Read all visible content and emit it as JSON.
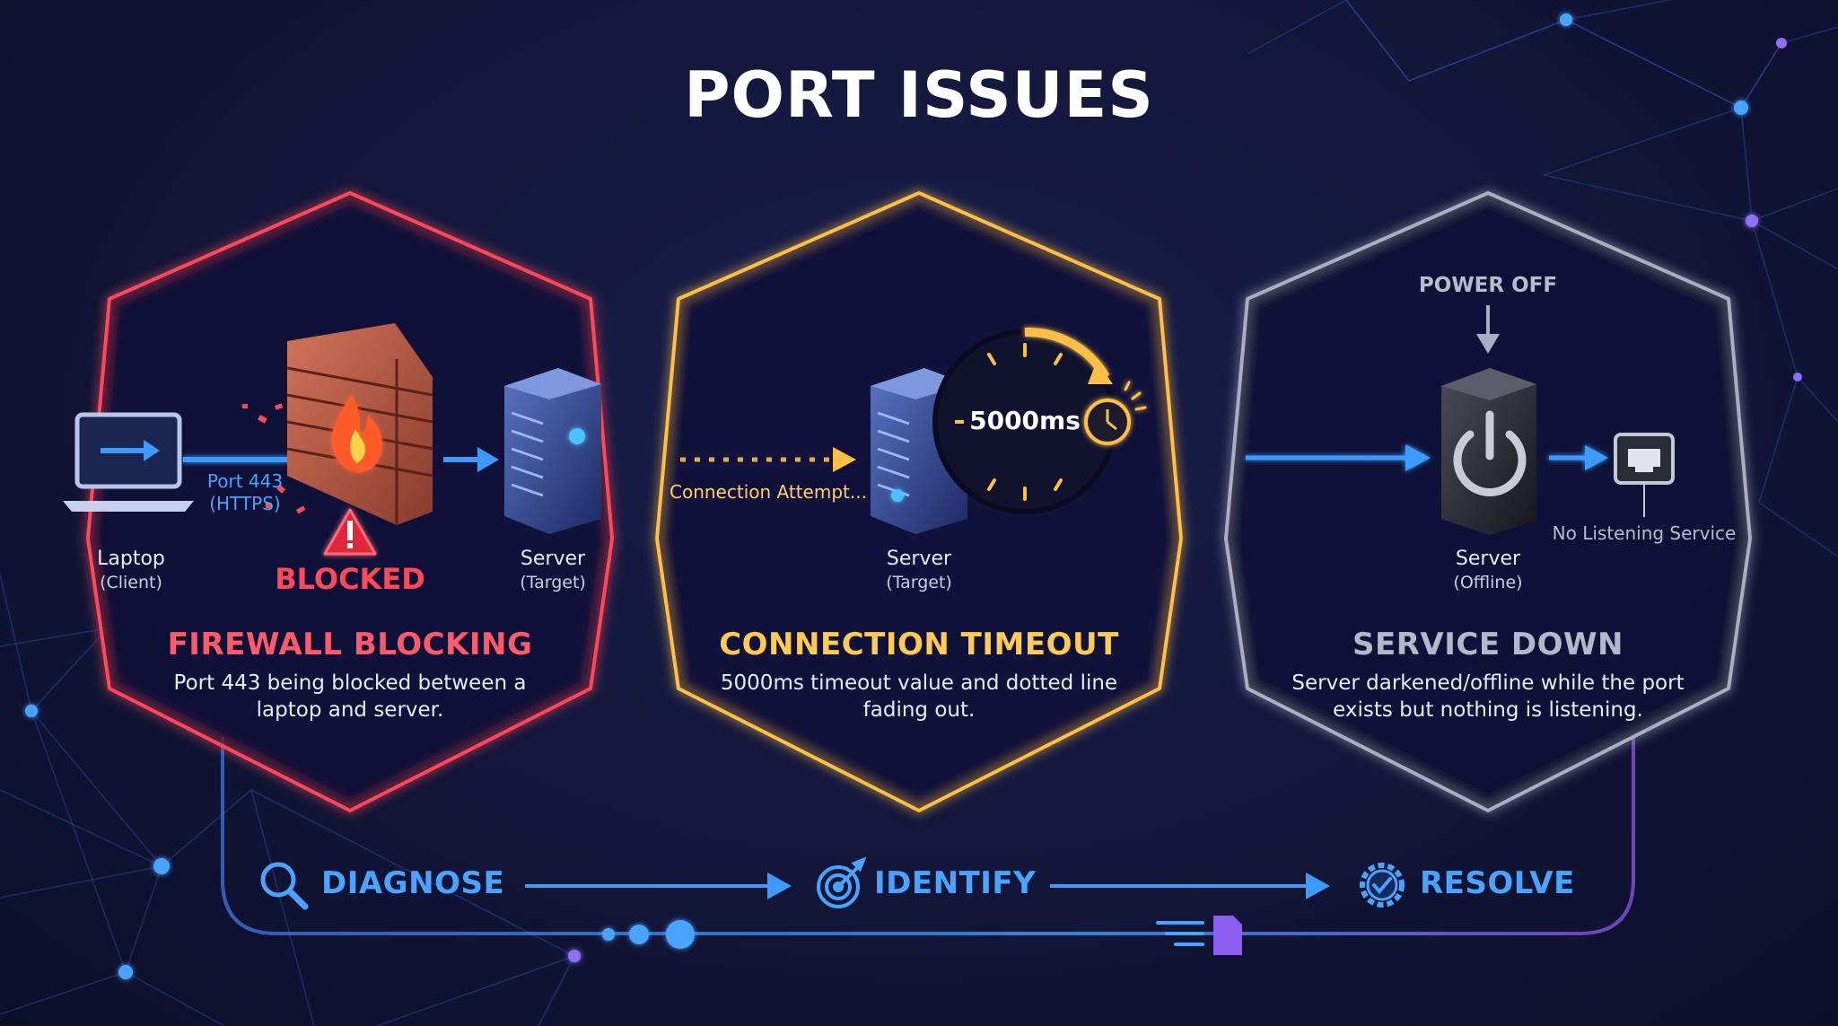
{
  "title": "PORT ISSUES",
  "panels": [
    {
      "heading": "FIREWALL BLOCKING",
      "description": "Port 443 being blocked between a laptop and server.",
      "color": "#ff4a5a",
      "laptop_label": "Laptop",
      "laptop_sub": "(Client)",
      "port_label": "Port 443",
      "port_sub": "(HTTPS)",
      "blocked_label": "BLOCKED",
      "server_label": "Server",
      "server_sub": "(Target)"
    },
    {
      "heading": "CONNECTION TIMEOUT",
      "description": "5000ms timeout value and dotted line fading out.",
      "color": "#ffbf47",
      "attempt_label": "Connection Attempt...",
      "timer_label": "5000ms",
      "server_label": "Server",
      "server_sub": "(Target)"
    },
    {
      "heading": "SERVICE DOWN",
      "description": "Server darkened/offline while the port exists but nothing is listening.",
      "color": "#9aa0b4",
      "power_label": "POWER OFF",
      "port_status": "No Listening Service",
      "server_label": "Server",
      "server_sub": "(Offline)"
    }
  ],
  "steps": [
    {
      "label": "DIAGNOSE",
      "icon": "magnifier-icon"
    },
    {
      "label": "IDENTIFY",
      "icon": "target-icon"
    },
    {
      "label": "RESOLVE",
      "icon": "check-gear-icon"
    }
  ],
  "colors": {
    "accent_blue": "#3d9bff",
    "firewall_red": "#ff4a5a",
    "timeout_amber": "#ffbf47",
    "offline_gray": "#9aa0b4",
    "background": "#121638"
  }
}
